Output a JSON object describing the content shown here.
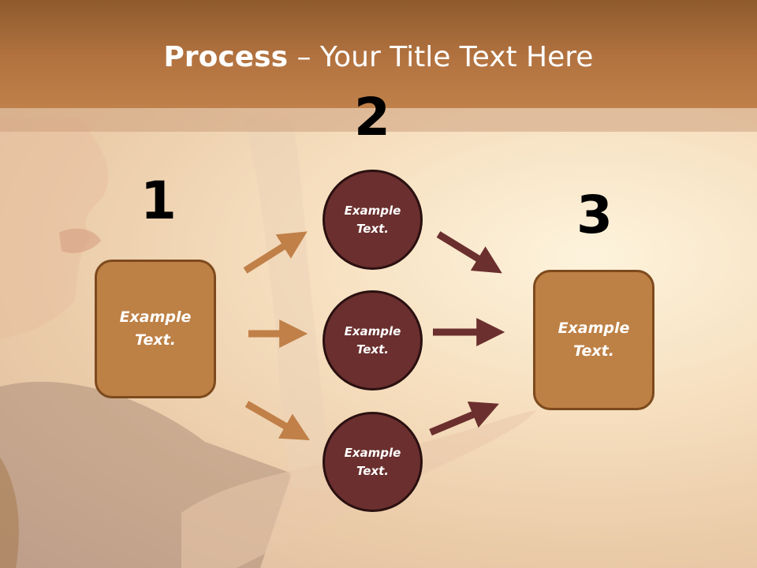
{
  "slide": {
    "title_bold": "Process",
    "title_rest": " – Your Title Text Here"
  },
  "steps": [
    {
      "number": "1",
      "text": "Example Text."
    },
    {
      "number": "2",
      "text": "Example Text."
    },
    {
      "number": "3",
      "text": "Example Text."
    }
  ],
  "circles": [
    {
      "text": "Example Text."
    },
    {
      "text": "Example Text."
    },
    {
      "text": "Example Text."
    }
  ],
  "colors": {
    "header": "#b37340",
    "box_fill": "#bd8045",
    "box_border": "#7d4a1d",
    "circle_fill": "#6a2f2e",
    "arrow_left": "#c08048",
    "arrow_right": "#6b2f2e"
  }
}
